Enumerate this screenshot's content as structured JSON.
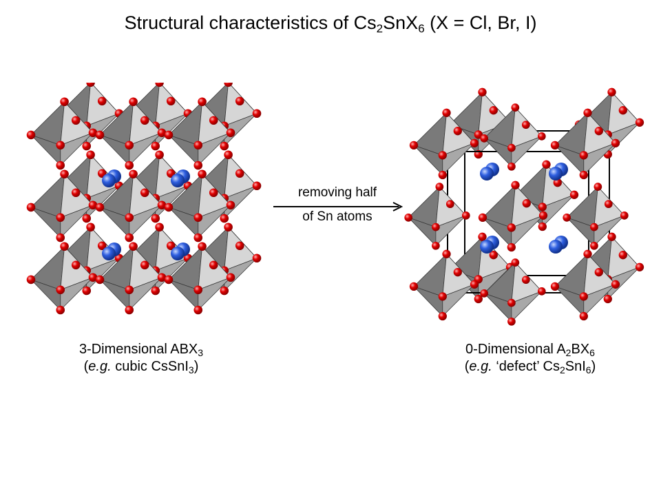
{
  "title": {
    "text_a": "Structural characteristics of Cs",
    "sub_a": "2",
    "text_b": "SnX",
    "sub_b": "6",
    "text_c": " (X = Cl, Br, I)"
  },
  "left_structure": {
    "caption_line1_a": "3-Dimensional ABX",
    "caption_line1_sub": "3",
    "caption_line2_open": "(",
    "caption_line2_italic": "e.g.",
    "caption_line2_b": " cubic CsSnI",
    "caption_line2_sub": "3",
    "caption_line2_close": ")"
  },
  "arrow": {
    "line1": "removing half",
    "line2": "of Sn atoms"
  },
  "right_structure": {
    "caption_line1_a": "0-Dimensional A",
    "caption_line1_sub1": "2",
    "caption_line1_b": "BX",
    "caption_line1_sub2": "6",
    "caption_line2_open": "(",
    "caption_line2_italic": "e.g.",
    "caption_line2_b": " ‘defect’ Cs",
    "caption_line2_sub1": "2",
    "caption_line2_c": "SnI",
    "caption_line2_sub2": "6",
    "caption_line2_close": ")"
  },
  "colors": {
    "octahedron_dark": "#7a7a7a",
    "octahedron_mid": "#a8a8a8",
    "octahedron_light": "#d6d6d6",
    "halide_atom": "#e00000",
    "cs_atom": "#2f5fe0"
  }
}
